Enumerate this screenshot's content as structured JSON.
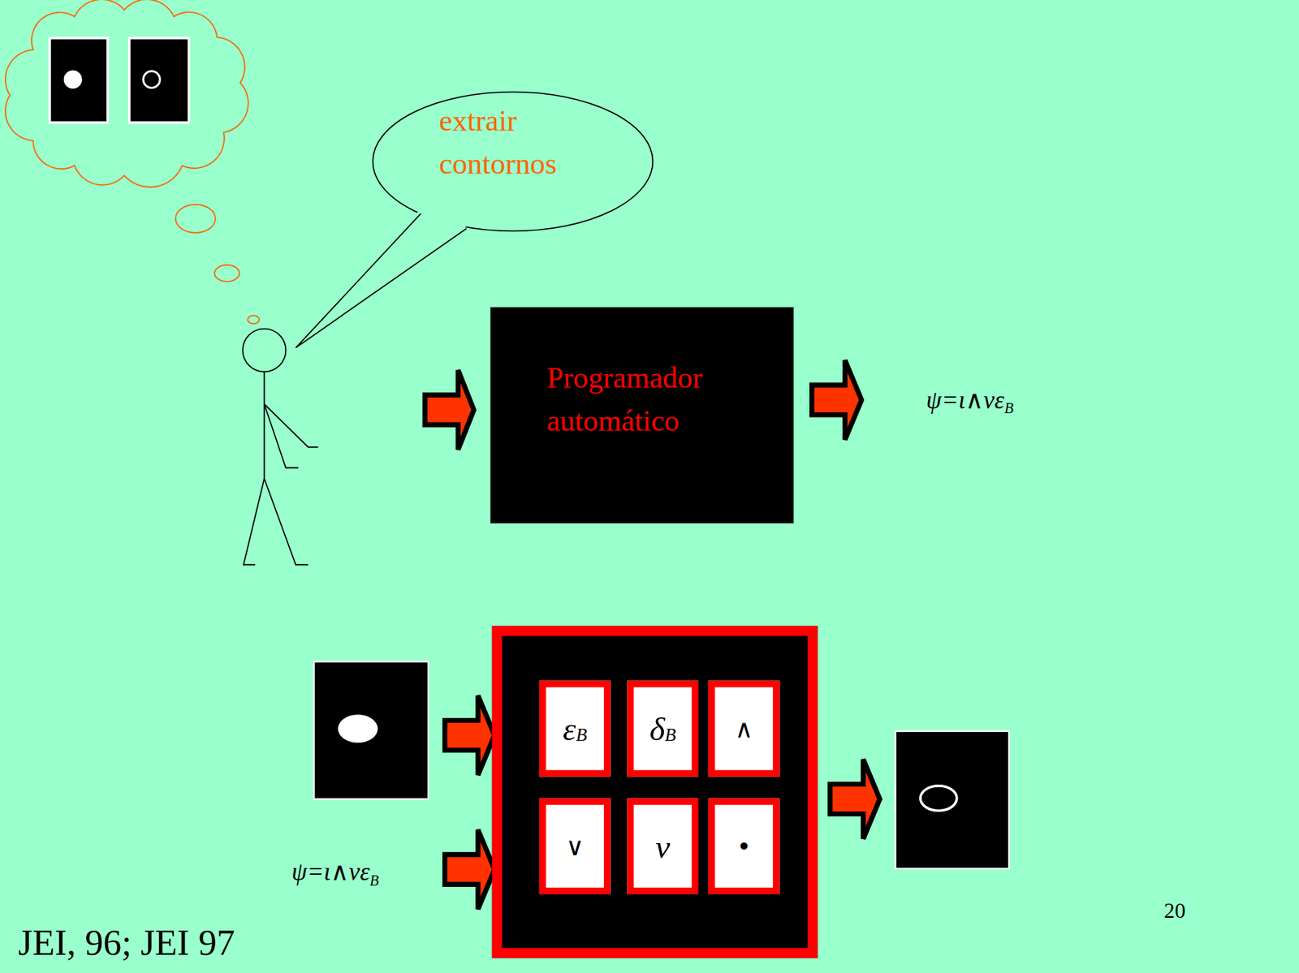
{
  "diagram": {
    "nodes": [
      {
        "text": [
          "extrair contornos"
        ]
      },
      {
        "text": [
          "Programador automático"
        ]
      },
      {
        "text": []
      },
      {
        "text": [
          "ε",
          "B"
        ],
        "in": 2
      },
      {
        "text": [
          "δ",
          "B"
        ],
        "in": 2
      },
      {
        "text": [
          "∧"
        ],
        "in": 2
      },
      {
        "text": [
          "∨"
        ],
        "in": 2
      },
      {
        "text": [
          "ν"
        ],
        "in": 2
      },
      {
        "text": [
          "•"
        ],
        "in": 2
      }
    ],
    "labels": [
      "ψ=ι∧νε",
      "B",
      "ψ=ι∧νε",
      "B",
      "20",
      "JEI, 96; JEI 97"
    ]
  }
}
